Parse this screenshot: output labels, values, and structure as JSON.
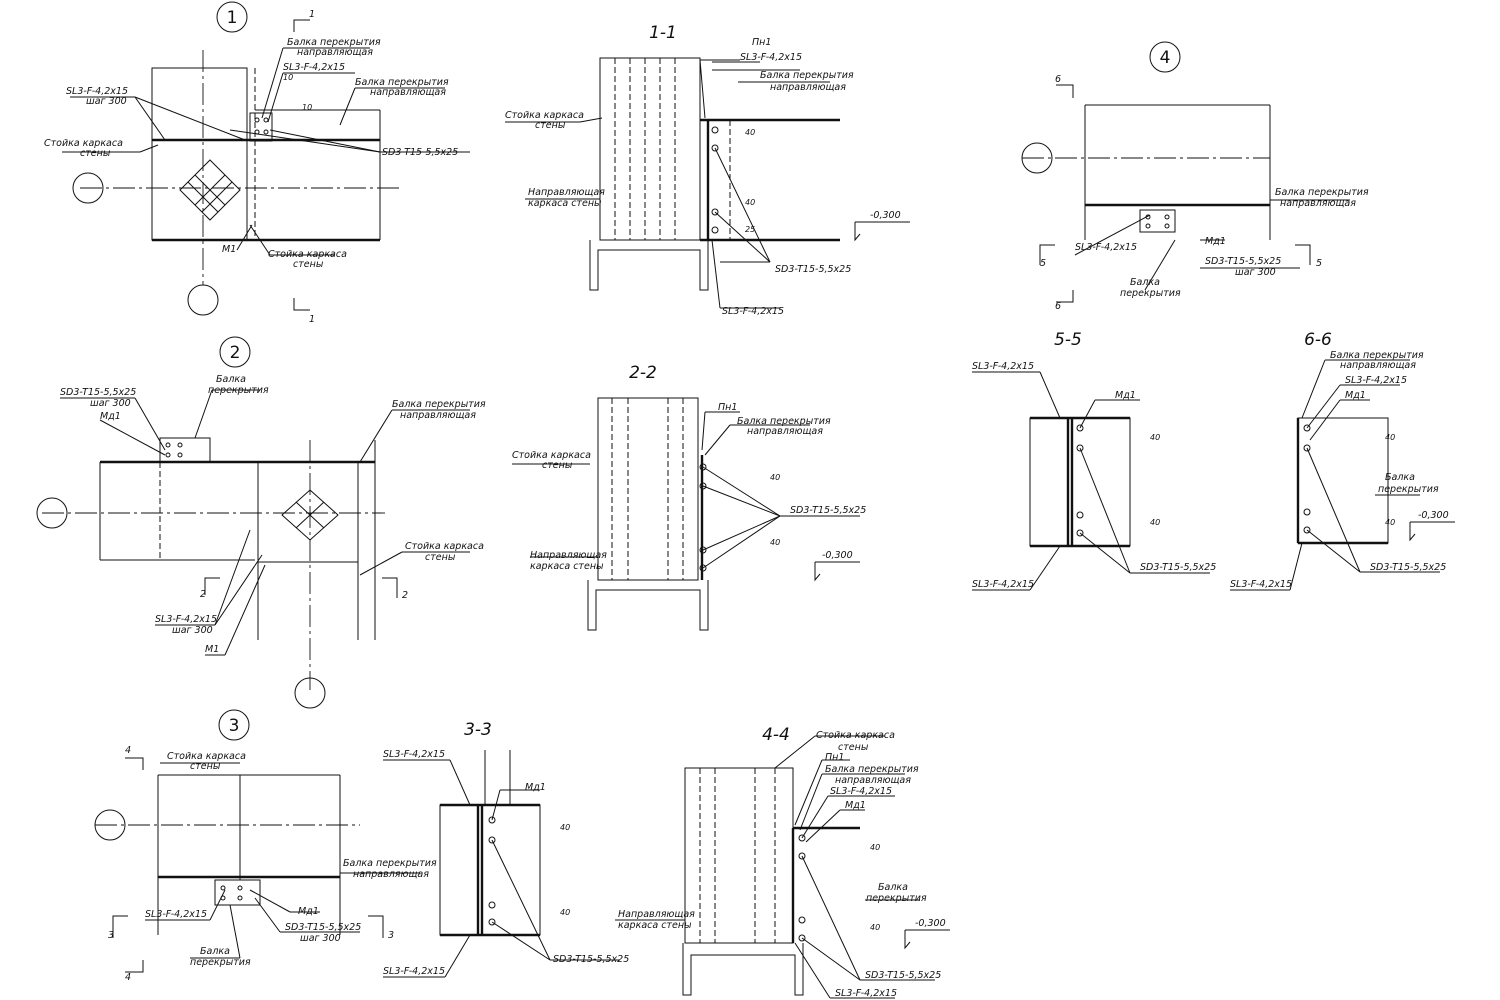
{
  "labels": {
    "sl3": "SL3-F-4,2x15",
    "sd3": "SD3-T15-5,5x25",
    "step": "шаг 300",
    "beam_guide_1": "Балка перекрытия",
    "beam_guide_2": "направляющая",
    "beam_1": "Балка",
    "beam_2": "перекрытия",
    "stud_1": "Стойка каркаса",
    "stud_2": "стены",
    "wallguide_1": "Направляющая",
    "wallguide_2": "каркаса стены",
    "m1": "М1",
    "md1": "Мд1",
    "pn1": "Пн1",
    "elev": "-0,300",
    "d40": "40",
    "d25": "25",
    "d10": "10"
  },
  "nodes": {
    "n1": "1",
    "n2": "2",
    "n3": "3",
    "n4": "4"
  },
  "sections": {
    "s11": "1-1",
    "s22": "2-2",
    "s33": "3-3",
    "s44": "4-4",
    "s55": "5-5",
    "s66": "6-6"
  },
  "cuts": {
    "c1": "1",
    "c2": "2",
    "c3": "3",
    "c4": "4",
    "c5": "5",
    "c6": "6"
  }
}
